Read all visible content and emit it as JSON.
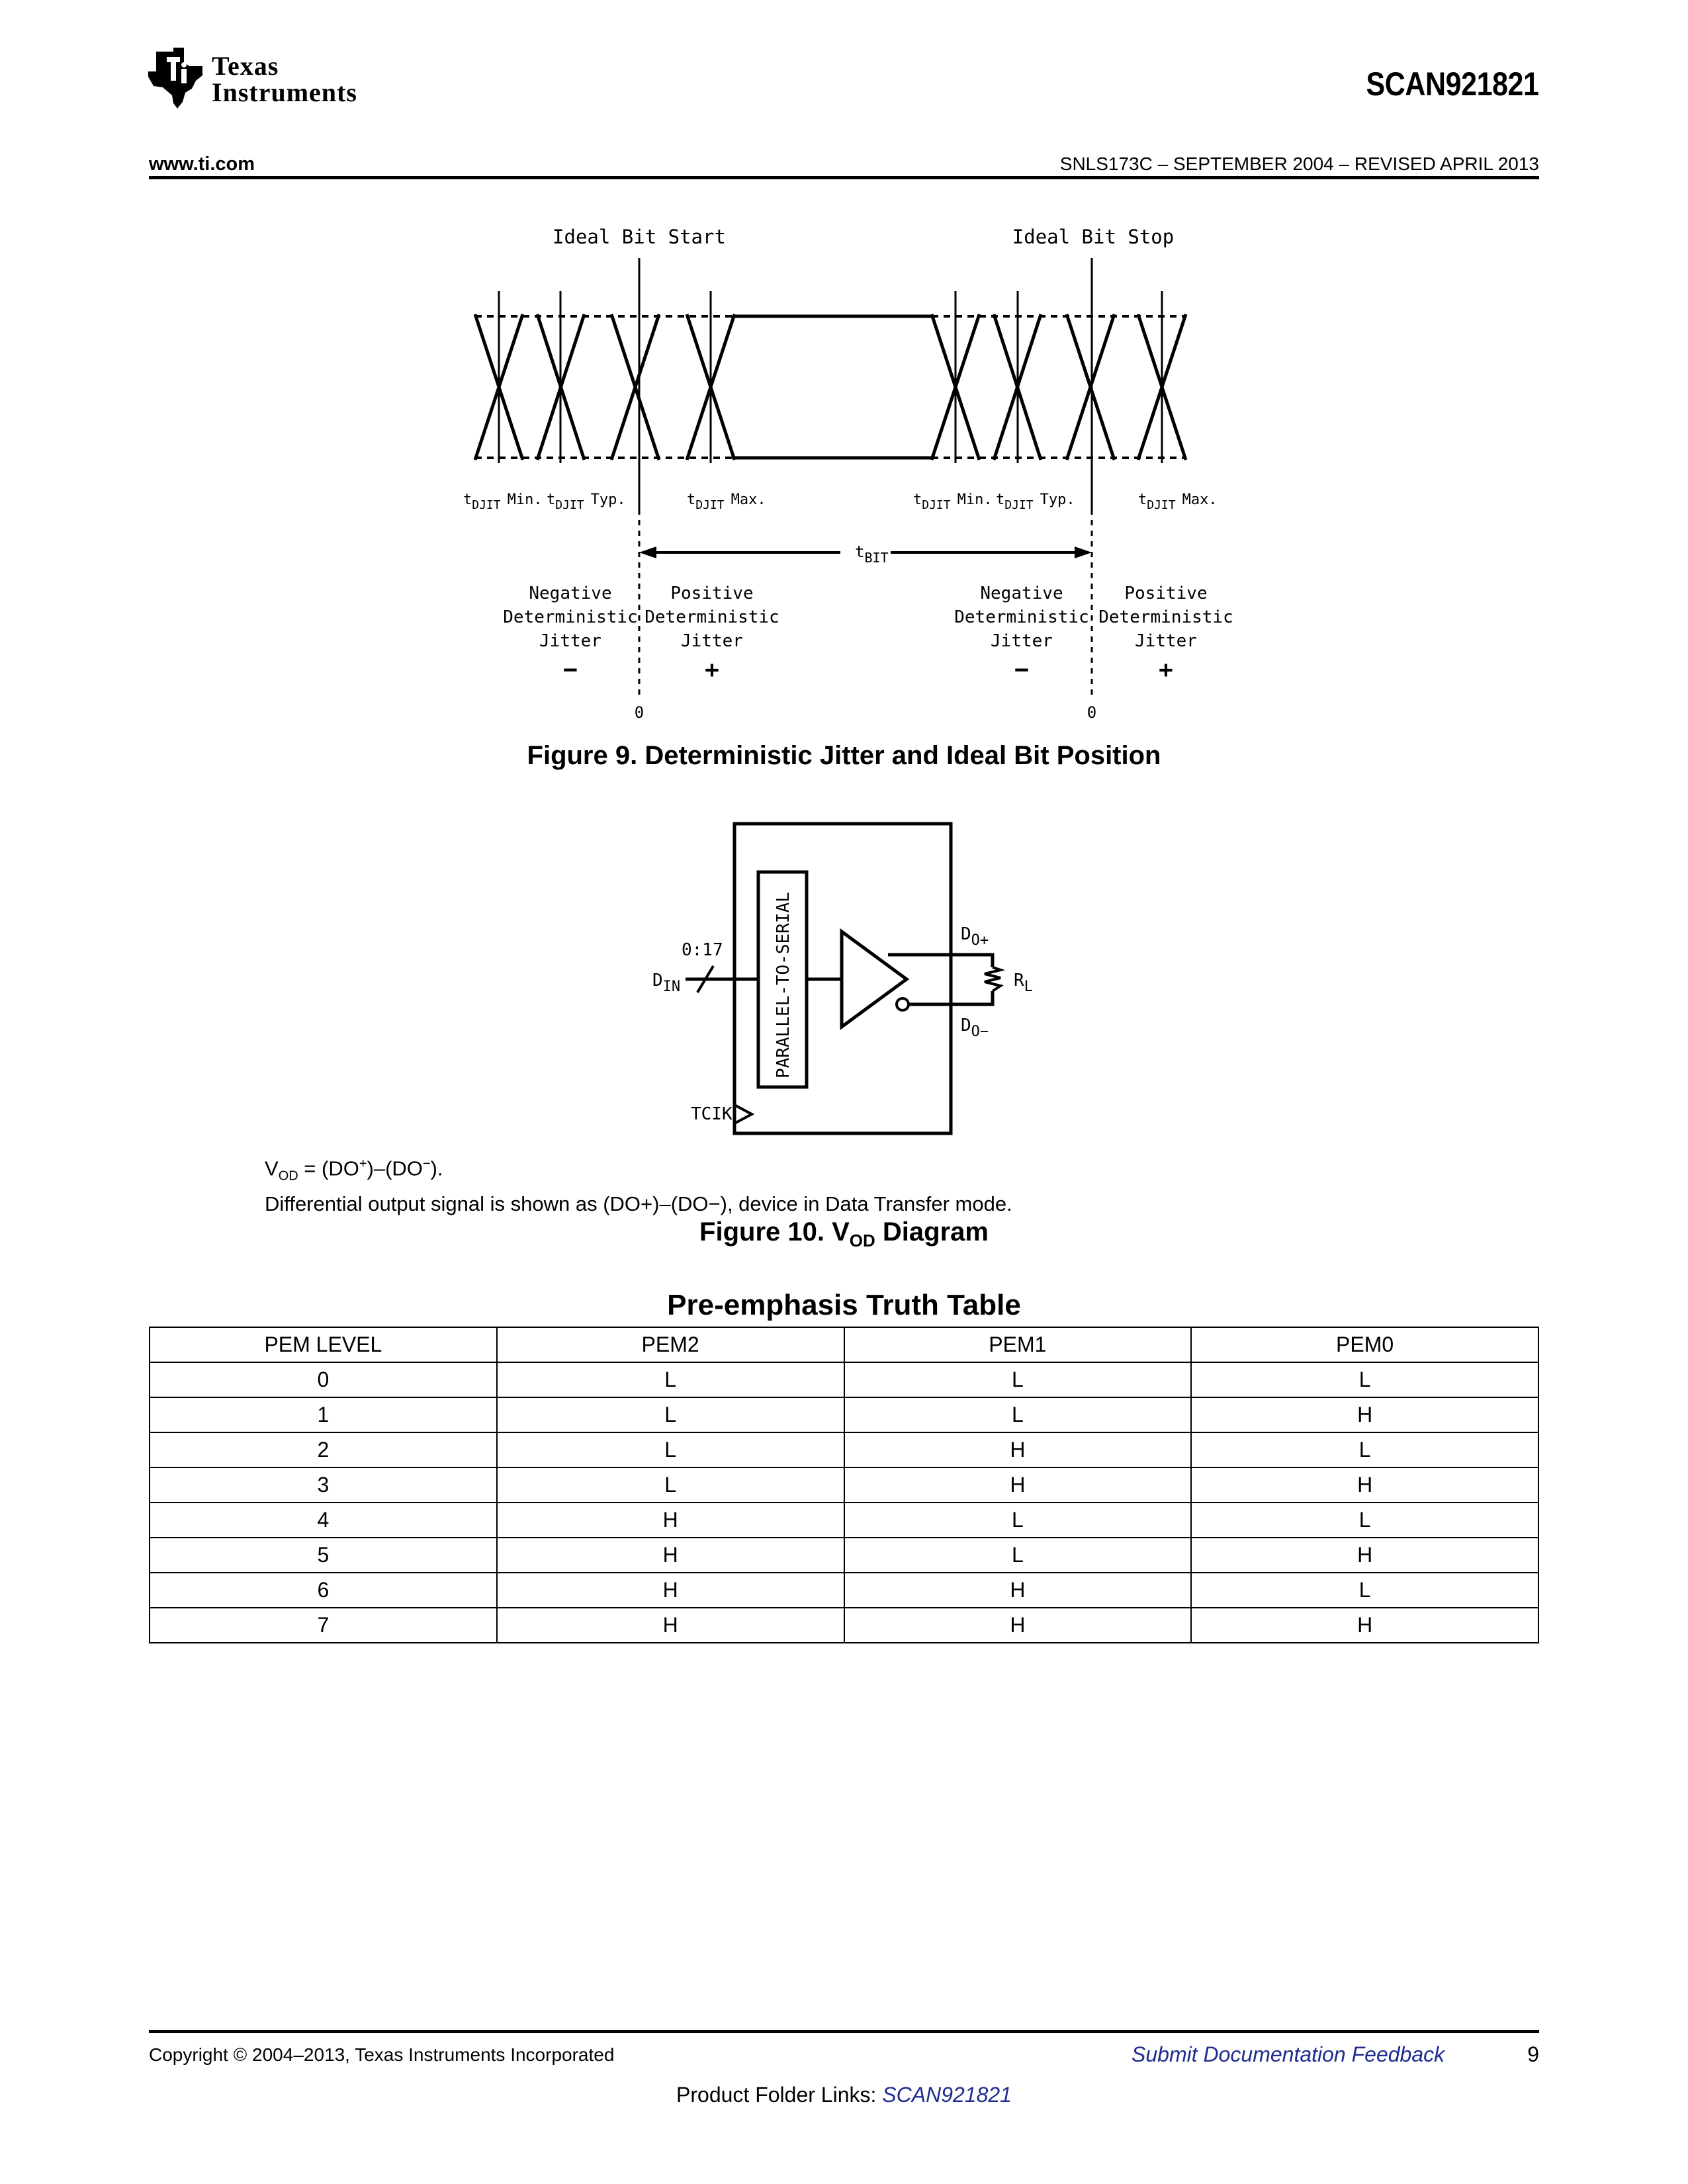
{
  "header": {
    "logo_line1": "Texas",
    "logo_line2": "Instruments",
    "doc_title": "SCAN921821",
    "site_url": "www.ti.com",
    "doc_number": "SNLS173C – SEPTEMBER 2004 – REVISED APRIL 2013"
  },
  "figure9": {
    "label_ideal_start": "Ideal Bit Start",
    "label_ideal_stop": "Ideal Bit Stop",
    "t_djit": "t",
    "t_djit_sub": "DJIT",
    "min": "Min.",
    "typ": "Typ.",
    "max": "Max.",
    "t_bit": "t",
    "t_bit_sub": "BIT",
    "negative_line1": "Negative",
    "positive_line1": "Positive",
    "deterministic": "Deterministic",
    "jitter": "Jitter",
    "minus": "−",
    "plus": "+",
    "zero": "0",
    "caption": "Figure 9.  Deterministic Jitter and Ideal Bit Position"
  },
  "figure10": {
    "block_label": "PARALLEL-TO-SERIAL",
    "bus_width": "0:17",
    "d_in": "D",
    "d_in_sub": "IN",
    "d_out_pos": "D",
    "d_out_pos_sub": "O+",
    "d_out_neg": "D",
    "d_out_neg_sub": "O−",
    "r_l": "R",
    "r_l_sub": "L",
    "tclk": "TCIK",
    "note_prefix": "V",
    "note_sub": "OD",
    "note_eq": " = (DO",
    "note_sup_plus": "+",
    "note_mid": ")–(DO",
    "note_sup_minus": "−",
    "note_end": ").",
    "note_line2": "Differential output signal is shown as (DO+)–(DO−), device in Data Transfer mode.",
    "caption_prefix": "Figure 10.  V",
    "caption_sub": "OD",
    "caption_suffix": " Diagram"
  },
  "table": {
    "title": "Pre-emphasis Truth Table",
    "headers": [
      "PEM LEVEL",
      "PEM2",
      "PEM1",
      "PEM0"
    ],
    "rows": [
      [
        "0",
        "L",
        "L",
        "L"
      ],
      [
        "1",
        "L",
        "L",
        "H"
      ],
      [
        "2",
        "L",
        "H",
        "L"
      ],
      [
        "3",
        "L",
        "H",
        "H"
      ],
      [
        "4",
        "H",
        "L",
        "L"
      ],
      [
        "5",
        "H",
        "L",
        "H"
      ],
      [
        "6",
        "H",
        "H",
        "L"
      ],
      [
        "7",
        "H",
        "H",
        "H"
      ]
    ]
  },
  "footer": {
    "copyright": "Copyright © 2004–2013, Texas Instruments Incorporated",
    "feedback": "Submit Documentation Feedback",
    "page_number": "9",
    "product_links_label": "Product Folder Links: ",
    "product_link": "SCAN921821"
  }
}
